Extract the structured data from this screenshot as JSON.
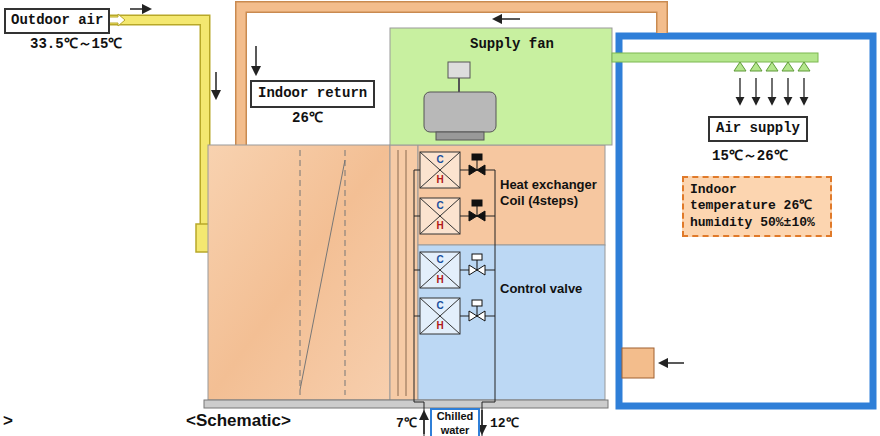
{
  "diagram": {
    "nodes": [
      {
        "text": [
          "Outdoor air"
        ]
      },
      {
        "text": [
          "Indoor return"
        ]
      },
      {
        "text": [
          "Supply fan"
        ]
      },
      {
        "text": [
          "Heat exchanger Coil (4steps)"
        ]
      },
      {
        "text": [
          "Control valve"
        ]
      },
      {
        "text": [
          "Air supply"
        ]
      },
      {
        "text": [
          "Indoor temperature 26℃ humidity 50%±10%"
        ]
      },
      {
        "text": [
          "Chilled water"
        ]
      }
    ],
    "labels": [
      "33.5℃～15℃",
      "26℃",
      "C",
      "H",
      "C",
      "H",
      "C",
      "H",
      "C",
      "H",
      "15℃～26℃",
      "7℃",
      "12℃",
      "<Schematic>",
      ">"
    ]
  }
}
